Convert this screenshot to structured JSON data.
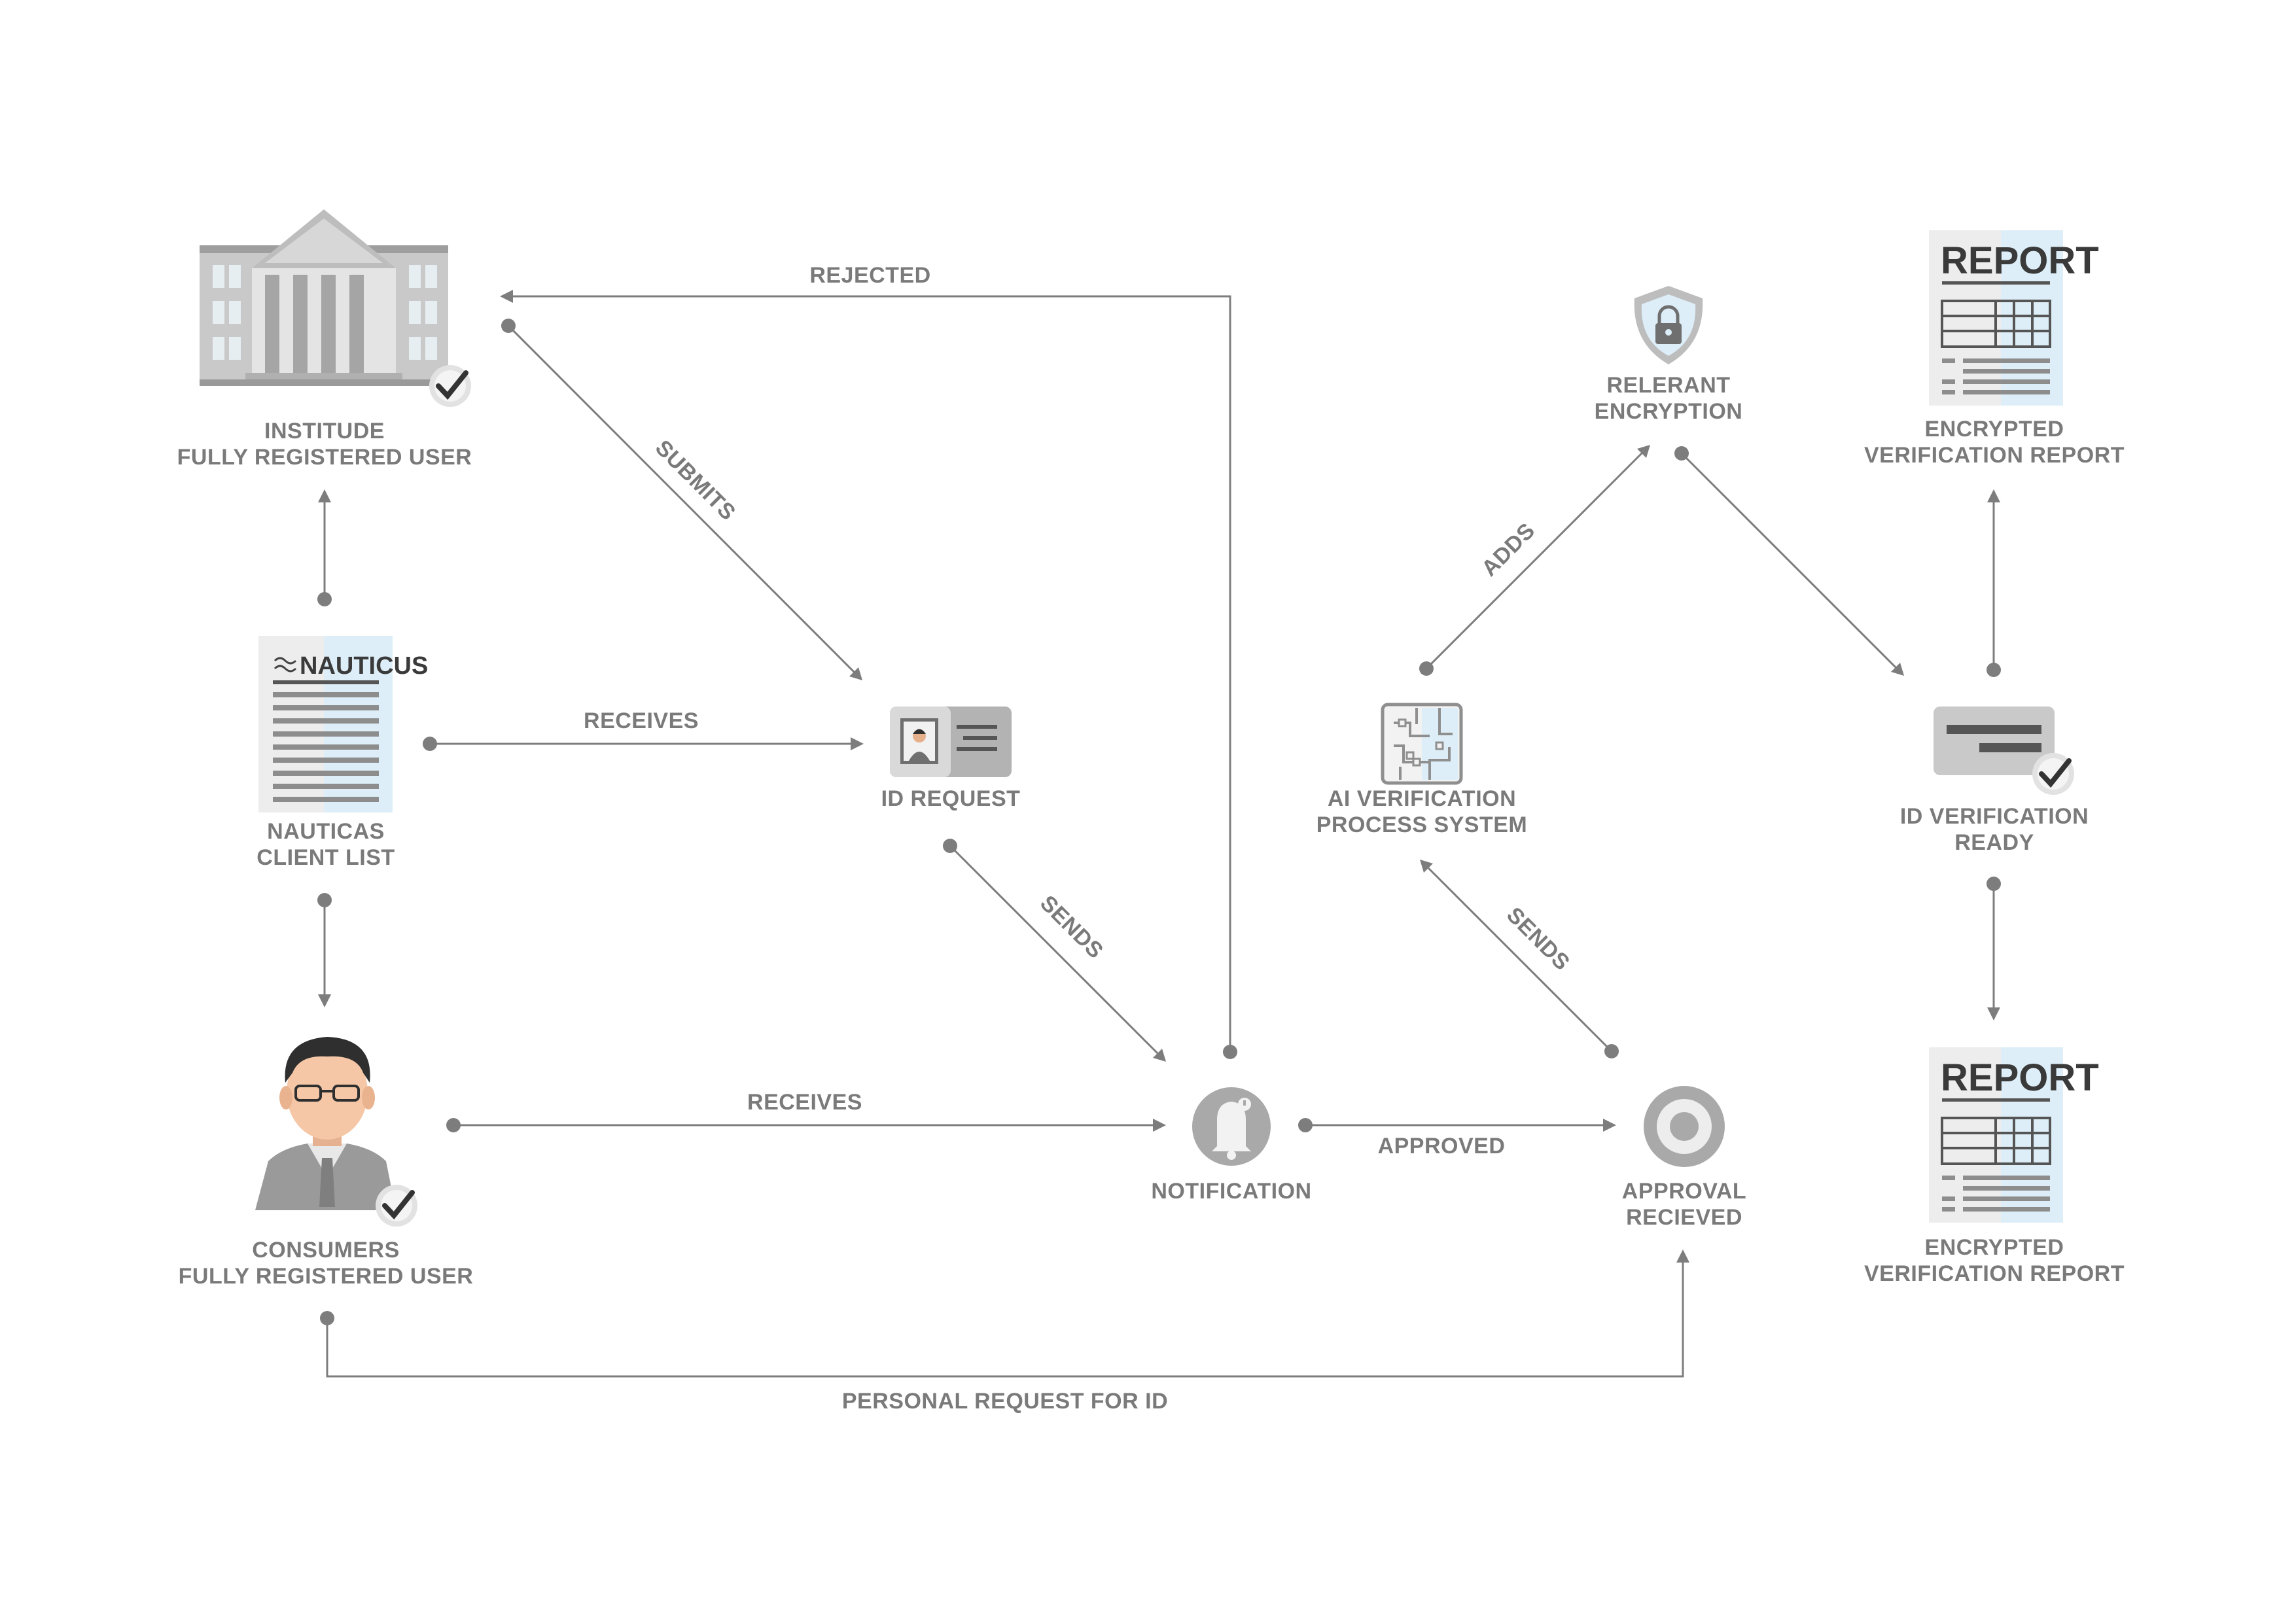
{
  "nodes": {
    "institute": {
      "line1": "INSTITUDE",
      "line2": "FULLY REGISTERED USER"
    },
    "client_list": {
      "line1": "NAUTICAS",
      "line2": "CLIENT LIST",
      "logo_text": "NAUTICUS"
    },
    "consumers": {
      "line1": "CONSUMERS",
      "line2": "FULLY REGISTERED USER"
    },
    "id_request": {
      "line1": "ID REQUEST"
    },
    "notification": {
      "line1": "NOTIFICATION"
    },
    "ai_system": {
      "line1": "AI VERIFICATION",
      "line2": "PROCESS SYSTEM"
    },
    "encryption": {
      "line1": "RELERANT",
      "line2": "ENCRYPTION"
    },
    "approval": {
      "line1": "APPROVAL",
      "line2": "RECIEVED"
    },
    "report_top": {
      "line1": "ENCRYPTED",
      "line2": "VERIFICATION REPORT",
      "doc_title": "REPORT"
    },
    "id_ready": {
      "line1": "ID VERIFICATION",
      "line2": "READY"
    },
    "report_bottom": {
      "line1": "ENCRYPTED",
      "line2": "VERIFICATION REPORT",
      "doc_title": "REPORT"
    }
  },
  "edges": {
    "rejected": "REJECTED",
    "submits": "SUBMITS",
    "receives_list": "RECEIVES",
    "receives_consumer": "RECEIVES",
    "sends_request": "SENDS",
    "sends_approval": "SENDS",
    "adds": "ADDS",
    "approved": "APPROVED",
    "personal_request": "PERSONAL REQUEST FOR ID"
  },
  "colors": {
    "line": "#7d7d7d",
    "text": "#7a7a7a",
    "icon_gray": "#a9a9a9",
    "icon_light": "#d6d6d6",
    "accent_blue": "#ddeef8",
    "check_dark": "#333333"
  }
}
